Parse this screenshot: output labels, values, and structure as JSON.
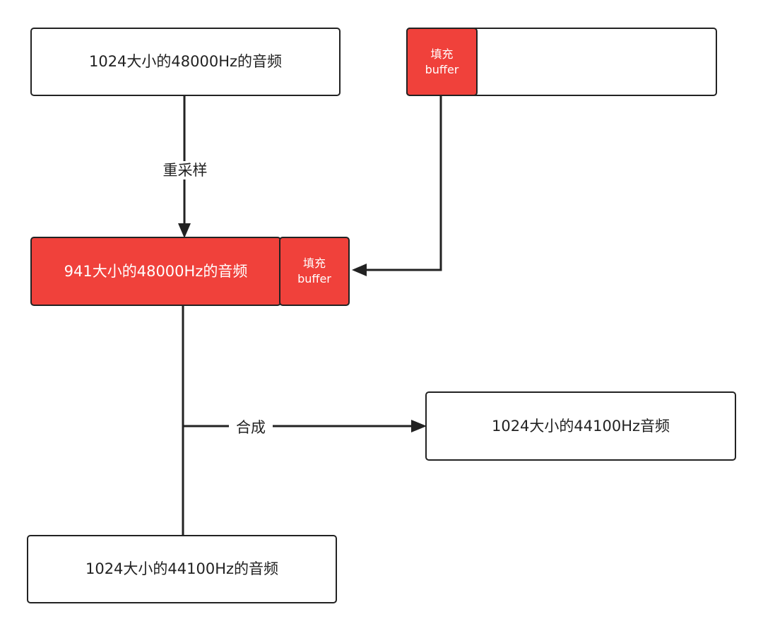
{
  "colors": {
    "stroke": "#222222",
    "fill_red": "#f0413b",
    "text_on_red": "#ffffff"
  },
  "nodes": {
    "source": {
      "label": "1024大小的48000Hz的音频"
    },
    "filler_top": {
      "label_line1": "填充",
      "label_line2": "buffer"
    },
    "resampled": {
      "label": "941大小的48000Hz的音频"
    },
    "filler_mid": {
      "label_line1": "填充",
      "label_line2": "buffer"
    },
    "output": {
      "label": "1024大小的44100Hz音频"
    },
    "bottom": {
      "label": "1024大小的44100Hz的音频"
    }
  },
  "edges": {
    "resample": {
      "label": "重采样"
    },
    "fill": {
      "label": ""
    },
    "combine": {
      "label": "合成"
    }
  }
}
